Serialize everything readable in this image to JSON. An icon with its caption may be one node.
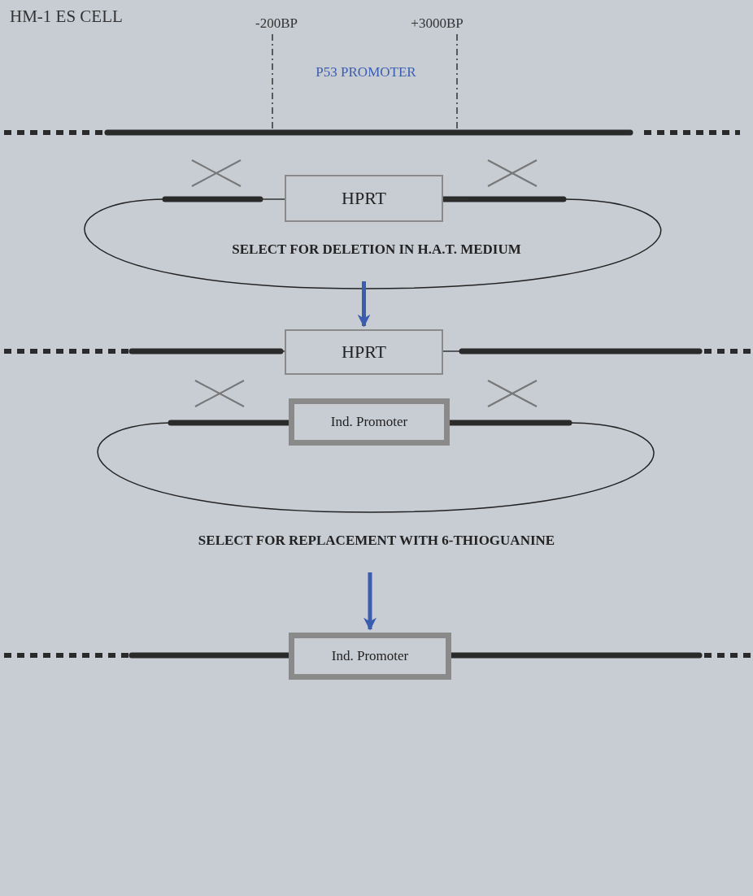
{
  "diagram": {
    "title": "HM-1 ES CELL",
    "nodes": [
      {
        "text": [
          "HPRT"
        ]
      },
      {
        "text": [
          "SELECT FOR DELETION IN H.A.T. MEDIUM"
        ]
      },
      {
        "text": [
          "HPRT"
        ]
      },
      {
        "text": [
          "Ind. Promoter"
        ]
      },
      {
        "text": [
          "SELECT FOR REPLACEMENT WITH 6-THIOGUANINE"
        ]
      },
      {
        "text": [
          "Ind. Promoter"
        ]
      }
    ],
    "edges": [
      {
        "from": 1,
        "to": 2,
        "arrow": "to"
      },
      {
        "from": 4,
        "to": 5,
        "arrow": "to"
      }
    ],
    "labels": [
      "-200BP",
      "+3000BP",
      "P53 PROMOTER"
    ]
  }
}
